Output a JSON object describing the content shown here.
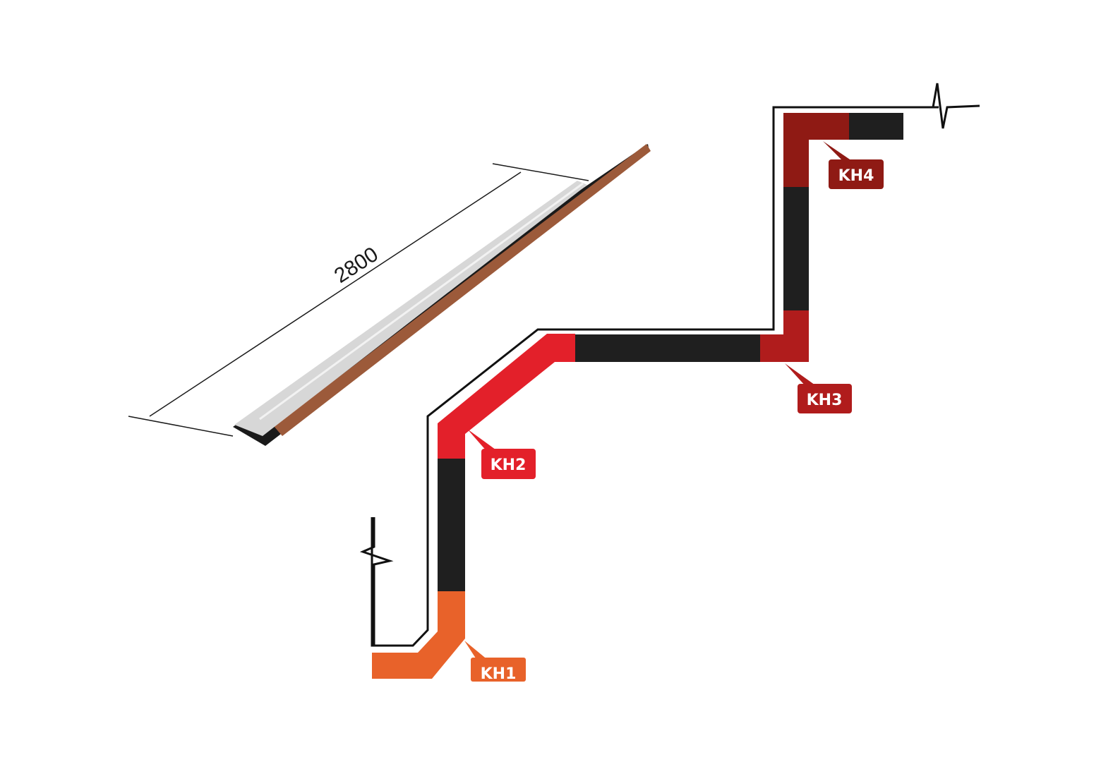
{
  "dimension": {
    "length_label": "2800"
  },
  "labels": {
    "kh1": "KH1",
    "kh2": "KH2",
    "kh3": "KH3",
    "kh4": "KH4"
  },
  "colors": {
    "kh1": "#e8622a",
    "kh2": "#e3202a",
    "kh3": "#b01c1c",
    "kh4": "#8f1a14",
    "black_segment": "#1f1f1f",
    "outline": "#111111",
    "strip_light": "#d7d7d7",
    "strip_brown": "#9c5a3a"
  }
}
